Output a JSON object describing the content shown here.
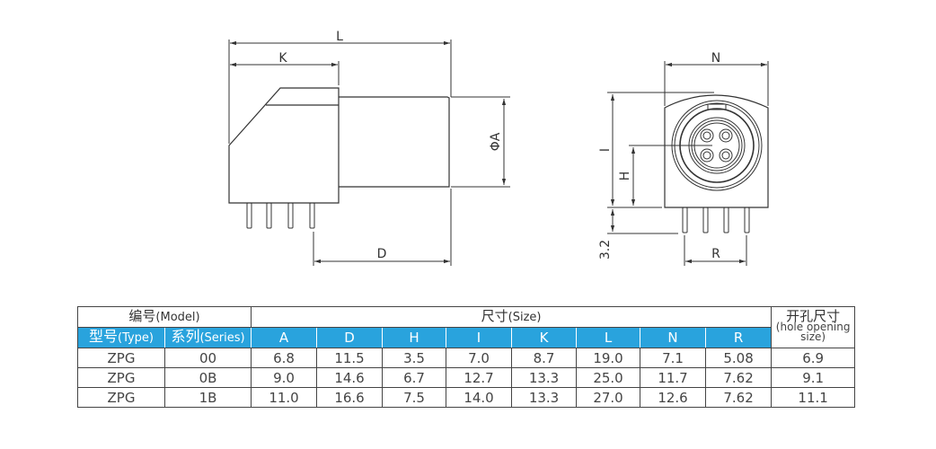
{
  "drawing": {
    "side_view_labels": {
      "L": "L",
      "K": "K",
      "A": "ΦA",
      "D": "D"
    },
    "front_view_labels": {
      "N": "N",
      "I": "I",
      "H": "H",
      "R": "R",
      "pin_length": "3.2"
    },
    "pin_count": 4
  },
  "table": {
    "header_model": "编号",
    "header_model_en": "(Model)",
    "header_size": "尺寸",
    "header_size_en": "(Size)",
    "header_hole": "开孔尺寸",
    "header_hole_en": "(hole opening size)",
    "header_type": "型号",
    "header_type_en": "(Type)",
    "header_series": "系列",
    "header_series_en": "(Series)",
    "columns": [
      "A",
      "D",
      "H",
      "I",
      "K",
      "L",
      "N",
      "R"
    ],
    "rows": [
      {
        "type": "ZPG",
        "series": "00",
        "values": [
          "6.8",
          "11.5",
          "3.5",
          "7.0",
          "8.7",
          "19.0",
          "7.1",
          "5.08"
        ],
        "hole": "6.9"
      },
      {
        "type": "ZPG",
        "series": "0B",
        "values": [
          "9.0",
          "14.6",
          "6.7",
          "12.7",
          "13.3",
          "25.0",
          "11.7",
          "7.62"
        ],
        "hole": "9.1"
      },
      {
        "type": "ZPG",
        "series": "1B",
        "values": [
          "11.0",
          "16.6",
          "7.5",
          "14.0",
          "13.3",
          "27.0",
          "12.6",
          "7.62"
        ],
        "hole": "11.1"
      }
    ],
    "colors": {
      "header_blue": "#29a3dd",
      "border": "#444444"
    }
  }
}
